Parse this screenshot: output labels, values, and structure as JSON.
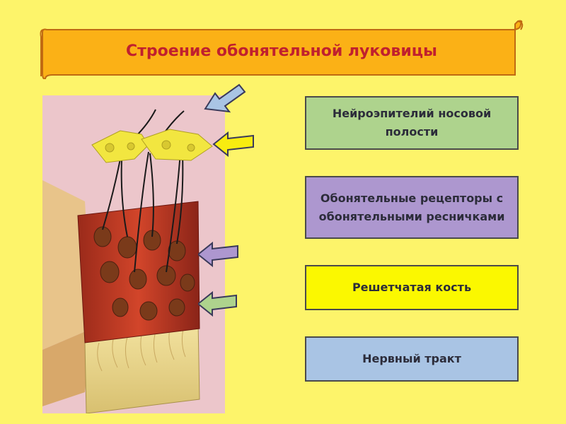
{
  "title": "Строение обонятельной луковицы",
  "labels": [
    {
      "text": "Нейроэпителий носовой полости",
      "color": "#aed38d"
    },
    {
      "text": "Обонятельные рецепторы с обонятельными ресничками",
      "color": "#ad97cf"
    },
    {
      "text": "Решетчатая кость",
      "color": "#fbf800"
    },
    {
      "text": "Нервный тракт",
      "color": "#a9c4e4"
    }
  ],
  "colors": {
    "background": "#fdf46a",
    "banner": "#fbb116",
    "title_text": "#c0202e"
  }
}
